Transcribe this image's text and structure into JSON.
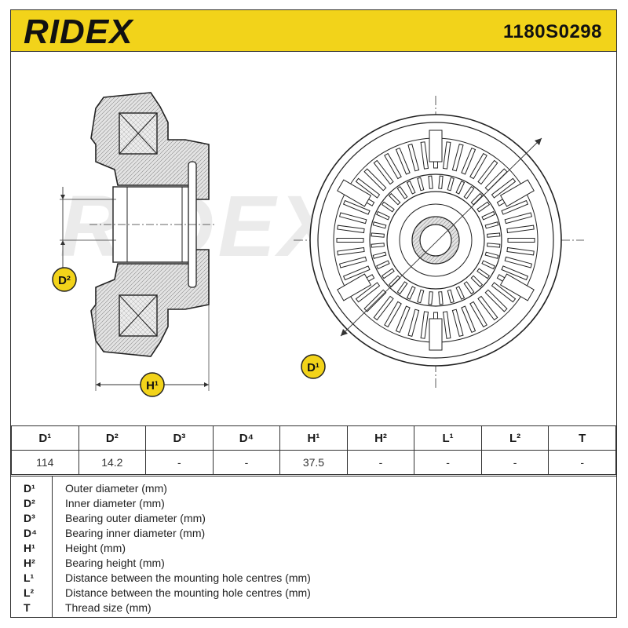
{
  "header": {
    "brand": "RIDEX",
    "part_number": "1180S0298",
    "background": "#f2d31a"
  },
  "drawing": {
    "watermark": "RIDEX",
    "callouts": {
      "d1": "D¹",
      "d2": "D²",
      "h1": "H¹"
    },
    "callout_color": "#f2d31a"
  },
  "table": {
    "headers": [
      "D¹",
      "D²",
      "D³",
      "D⁴",
      "H¹",
      "H²",
      "L¹",
      "L²",
      "T"
    ],
    "values": [
      "114",
      "14.2",
      "-",
      "-",
      "37.5",
      "-",
      "-",
      "-",
      "-"
    ]
  },
  "legend": [
    {
      "symbol": "D¹",
      "text": "Outer diameter (mm)"
    },
    {
      "symbol": "D²",
      "text": "Inner diameter (mm)"
    },
    {
      "symbol": "D³",
      "text": "Bearing outer diameter (mm)"
    },
    {
      "symbol": "D⁴",
      "text": "Bearing inner diameter (mm)"
    },
    {
      "symbol": "H¹",
      "text": "Height (mm)"
    },
    {
      "symbol": "H²",
      "text": "Bearing height (mm)"
    },
    {
      "symbol": "L¹",
      "text": "Distance between the mounting hole centres (mm)"
    },
    {
      "symbol": "L²",
      "text": "Distance between the mounting hole centres (mm)"
    },
    {
      "symbol": "T",
      "text": "Thread size (mm)"
    }
  ]
}
